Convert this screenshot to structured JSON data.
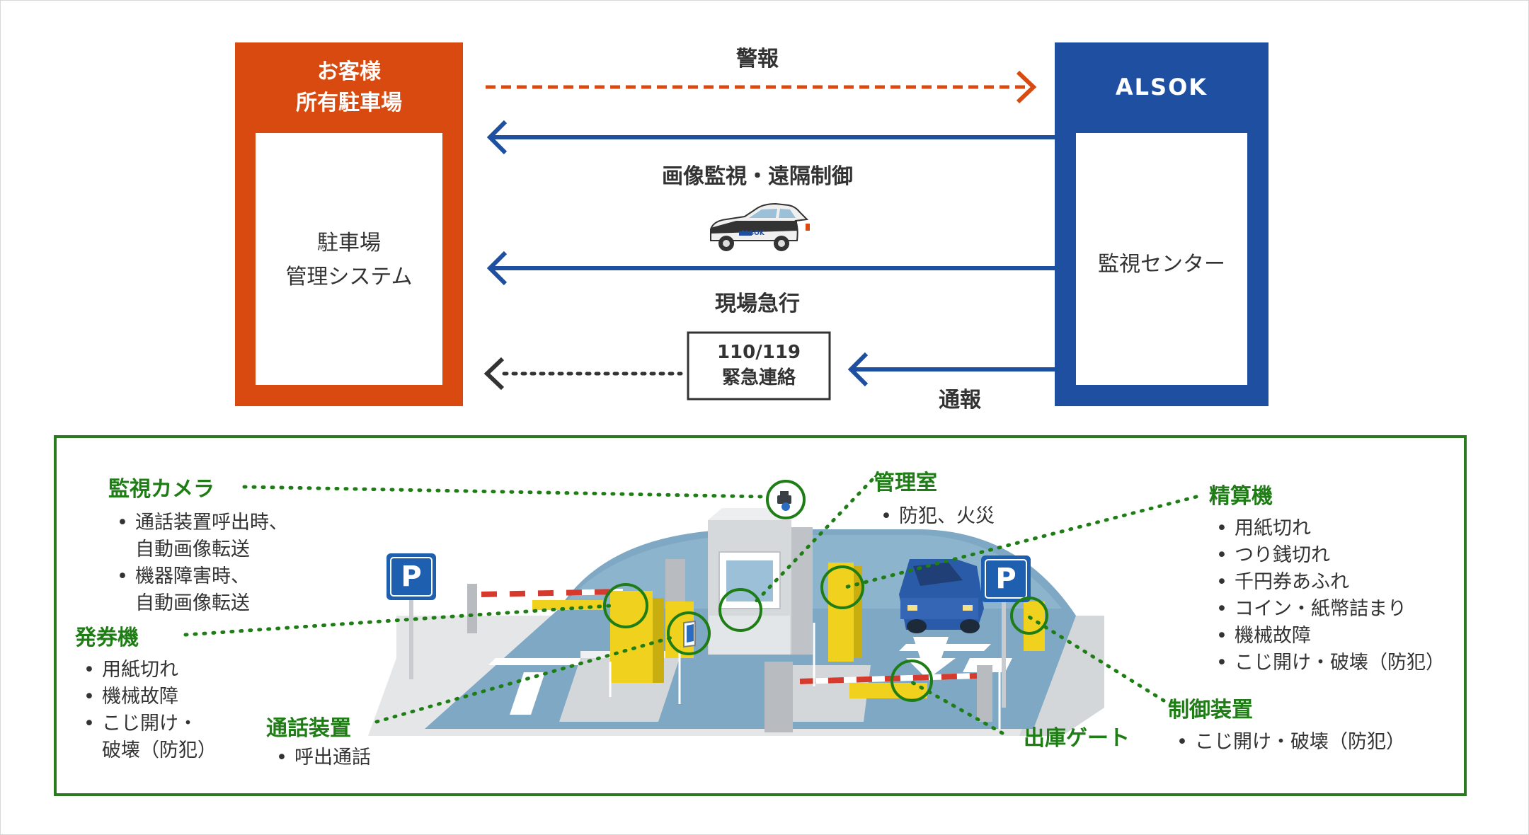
{
  "customer": {
    "title_line1": "お客様",
    "title_line2": "所有駐車場",
    "system_line1": "駐車場",
    "system_line2": "管理システム"
  },
  "alsok": {
    "title": "ALSOK",
    "center": "監視センター"
  },
  "flows": {
    "alarm": "警報",
    "image_monitor": "画像監視・遠隔制御",
    "rush": "現場急行",
    "emergency_line1": "110/119",
    "emergency_line2": "緊急連絡",
    "report": "通報"
  },
  "car_logo": "ALSOK",
  "equipment": {
    "camera": {
      "title": "監視カメラ",
      "items": [
        "通話装置呼出時、",
        "自動画像転送",
        "機器障害時、",
        "自動画像転送"
      ]
    },
    "ticket": {
      "title": "発券機",
      "items": [
        "用紙切れ",
        "機械故障",
        "こじ開け・",
        "破壊（防犯）"
      ]
    },
    "intercom": {
      "title": "通話装置",
      "items": [
        "呼出通話"
      ]
    },
    "office": {
      "title": "管理室",
      "items": [
        "防犯、火災"
      ]
    },
    "payment": {
      "title": "精算機",
      "items": [
        "用紙切れ",
        "つり銭切れ",
        "千円券あふれ",
        "コイン・紙幣詰まり",
        "機械故障",
        "こじ開け・破壊（防犯）"
      ]
    },
    "controller": {
      "title": "制御装置",
      "items": [
        "こじ開け・破壊（防犯）"
      ]
    },
    "exit_gate": {
      "title": "出庫ゲート"
    }
  },
  "signs": {
    "parking": "P"
  },
  "colors": {
    "customer_orange": "#d84a0f",
    "alsok_blue": "#1f4fa0",
    "legend_green": "#1e7d14",
    "road_blue": "#7ea8c4",
    "pavement": "#e4e6e8",
    "device_yellow": "#f0d21e"
  }
}
